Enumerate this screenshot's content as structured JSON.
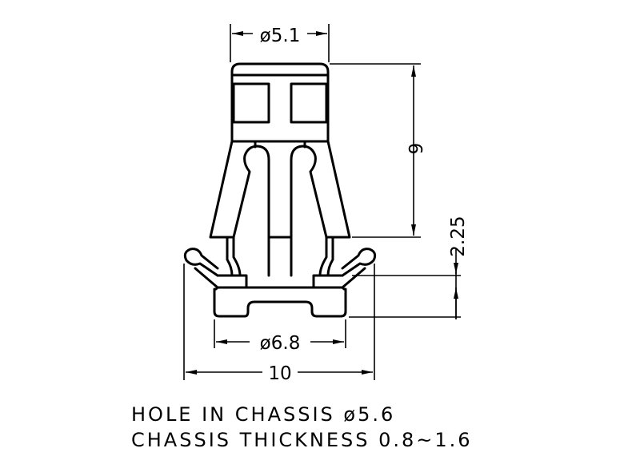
{
  "dimensions": {
    "top_diameter": "ø5.1",
    "height": "9",
    "flange_height": "2.25",
    "base_diameter": "ø6.8",
    "width": "10"
  },
  "notes": {
    "line1": "HOLE IN CHASSIS ø5.6",
    "line2": "CHASSIS THICKNESS 0.8~1.6"
  }
}
